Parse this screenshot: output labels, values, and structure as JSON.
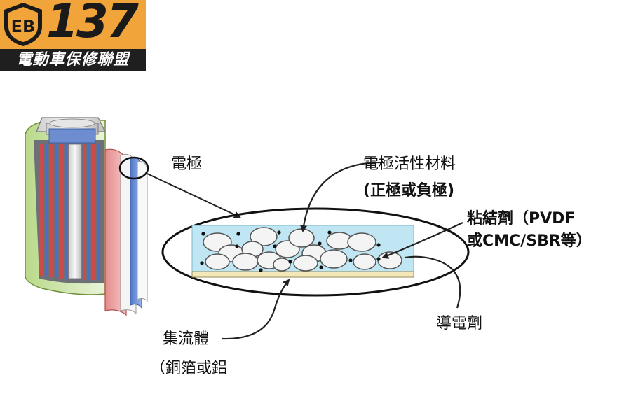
{
  "logo": {
    "badge_letters": "EB",
    "number": "137",
    "subtitle": "電動車保修聯盟"
  },
  "labels": {
    "electrode": "電極",
    "active_material_title": "電極活性材料",
    "active_material_sub": "(正極或負極)",
    "binder_line1": "粘結劑（PVDF",
    "binder_line2": "或CMC/SBR等）",
    "conductive_agent": "導電劑",
    "current_collector": "集流體",
    "current_collector_sub": "（銅箔或鋁"
  }
}
